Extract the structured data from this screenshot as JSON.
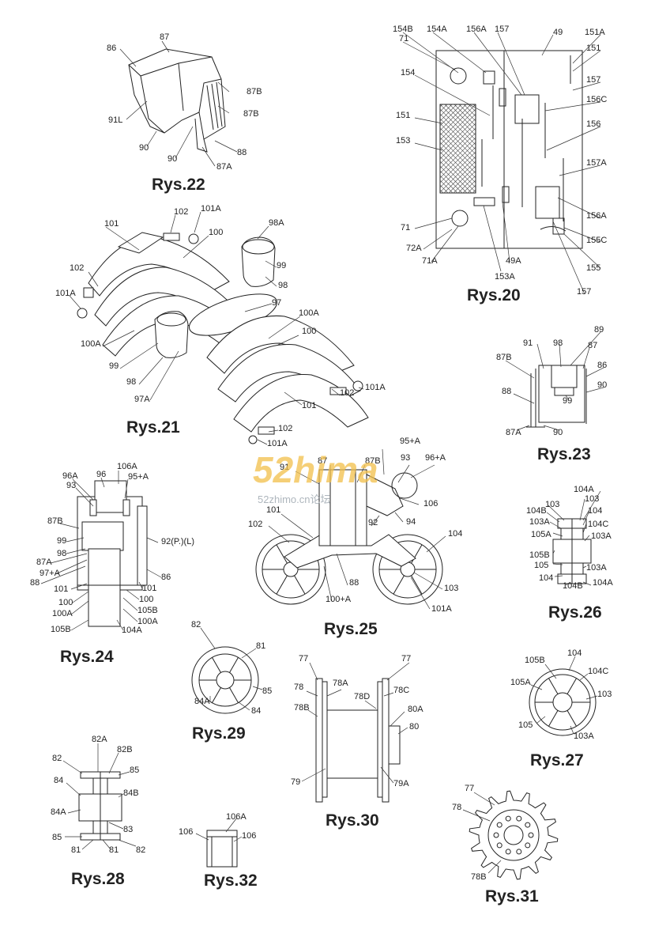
{
  "titles": {
    "f20": "Rys.20",
    "f21": "Rys.21",
    "f22": "Rys.22",
    "f23": "Rys.23",
    "f24": "Rys.24",
    "f25": "Rys.25",
    "f26": "Rys.26",
    "f27": "Rys.27",
    "f28": "Rys.28",
    "f29": "Rys.29",
    "f30": "Rys.30",
    "f31": "Rys.31",
    "f32": "Rys.32"
  },
  "watermark": {
    "logo": "52hima",
    "url": "52zhimo.cn论坛"
  },
  "f22": [
    "86",
    "87",
    "87B",
    "87B",
    "91L",
    "90",
    "90",
    "88",
    "87A"
  ],
  "f20": [
    "154B",
    "71",
    "154A",
    "156A",
    "157",
    "49",
    "151A",
    "151",
    "154",
    "157",
    "156C",
    "151",
    "156",
    "153",
    "157A",
    "71",
    "156A",
    "72A",
    "155C",
    "71A",
    "49A",
    "155",
    "153A",
    "157"
  ],
  "f21": [
    "101",
    "102",
    "101A",
    "100",
    "98A",
    "102",
    "99",
    "98",
    "101A",
    "97",
    "100A",
    "100",
    "100A",
    "99",
    "98",
    "97A",
    "101",
    "102",
    "101A",
    "102",
    "101A"
  ],
  "f23": [
    "89",
    "91",
    "98",
    "87",
    "87B",
    "86",
    "90",
    "88",
    "99",
    "87A",
    "90"
  ],
  "f24": [
    "96A",
    "106A",
    "93",
    "96",
    "95+A",
    "87B",
    "99",
    "92(P.)(L)",
    "98",
    "87A",
    "97+A",
    "88",
    "86",
    "101",
    "101",
    "100",
    "100",
    "100A",
    "105B",
    "100A",
    "105B",
    "104A"
  ],
  "f25": [
    "95+A",
    "87B",
    "93",
    "96+A",
    "87",
    "91",
    "101",
    "106",
    "92",
    "94",
    "102",
    "104",
    "88",
    "100+A",
    "103",
    "101A"
  ],
  "f26": [
    "104A",
    "104B",
    "103",
    "103",
    "103A",
    "104",
    "105A",
    "104C",
    "103A",
    "105B",
    "105",
    "103A",
    "104",
    "104B",
    "104A"
  ],
  "f27": [
    "104",
    "105B",
    "104C",
    "105A",
    "103",
    "105",
    "103A"
  ],
  "f28": [
    "82A",
    "82",
    "82B",
    "85",
    "84",
    "84B",
    "84A",
    "83",
    "85",
    "81",
    "81",
    "82"
  ],
  "f29": [
    "82",
    "81",
    "85",
    "84A",
    "84"
  ],
  "f30": [
    "77",
    "77",
    "78",
    "78A",
    "78C",
    "78B",
    "78D",
    "80A",
    "80",
    "79",
    "79A"
  ],
  "f31": [
    "77",
    "78",
    "78B"
  ],
  "f32": [
    "106A",
    "106",
    "106"
  ]
}
